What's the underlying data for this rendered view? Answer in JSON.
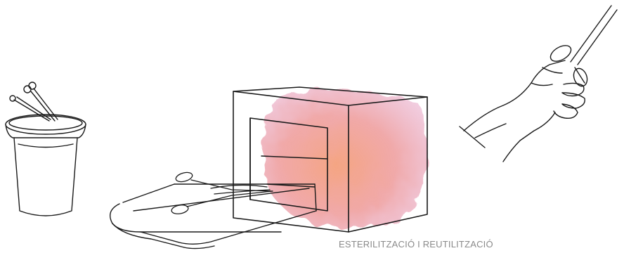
{
  "caption": "ESTERILITZACIÓ I REUTILITZACIÓ",
  "colors": {
    "ink": "#1a1a1a",
    "wash_warm": "#f09a80",
    "wash_pink": "#e89ab8",
    "caption_gray": "#8a8a8a"
  },
  "illustration": {
    "elements": [
      "container-with-instruments",
      "sterilizer-box",
      "conveyor-belt",
      "scissors-on-belt",
      "hand-holding-scissors"
    ]
  }
}
